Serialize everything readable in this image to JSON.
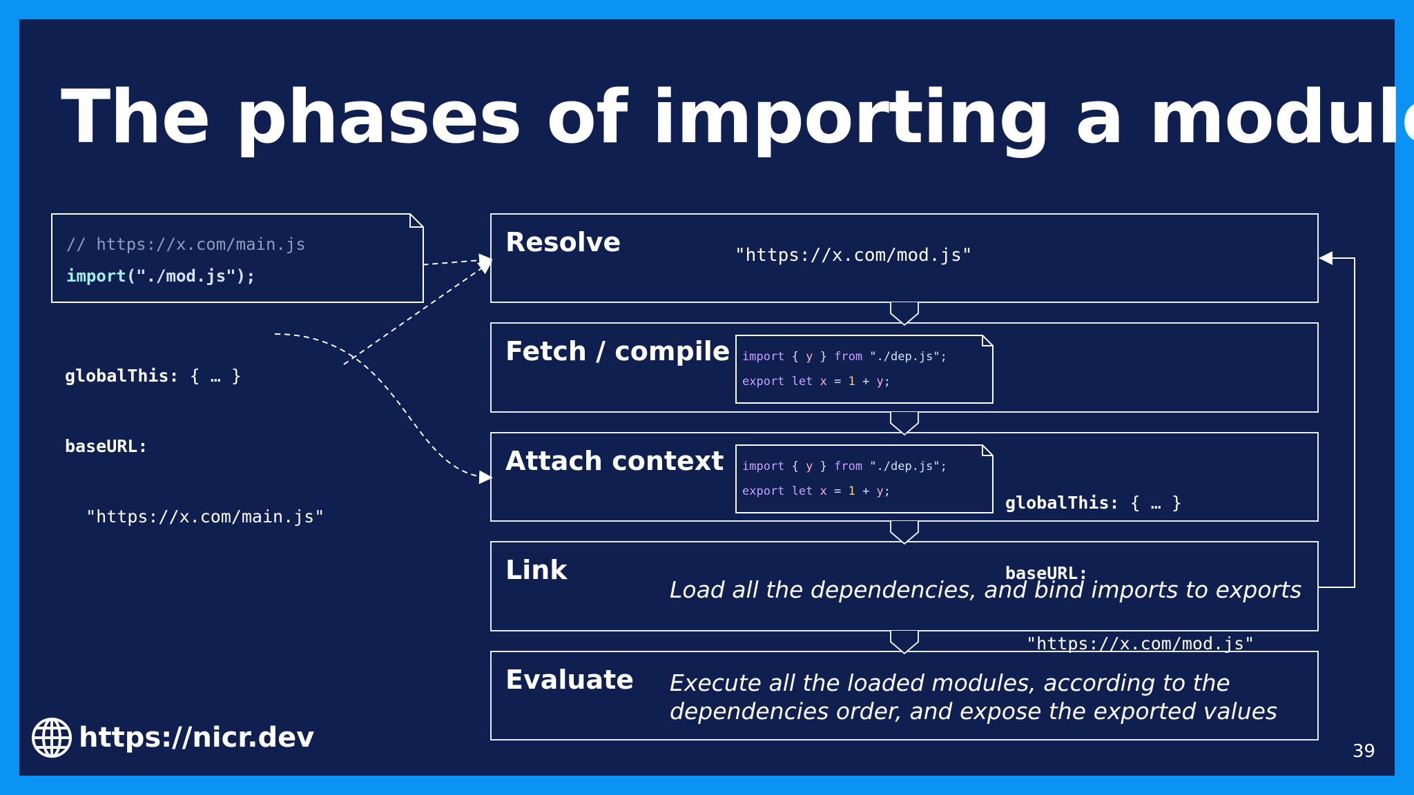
{
  "title": "The phases of importing a module",
  "main_file": {
    "comment": "// https://x.com/main.js",
    "import_fn": "import",
    "import_arg": "(\"./mod.js\");"
  },
  "main_context": {
    "global_key": "globalThis:",
    "global_val": "{ … }",
    "base_key": "baseURL:",
    "base_val": "\"https://x.com/main.js\""
  },
  "phases": [
    {
      "label": "Resolve",
      "detail": "\"https://x.com/mod.js\""
    },
    {
      "label": "Fetch / compile"
    },
    {
      "label": "Attach context"
    },
    {
      "label": "Link",
      "detail": "Load all the dependencies, and bind imports to exports"
    },
    {
      "label": "Evaluate",
      "detail_line1": "Execute all the loaded modules, according to the",
      "detail_line2": "dependencies order, and expose the exported values"
    }
  ],
  "module_code": {
    "l1_import": "import",
    "l1_open": " { ",
    "l1_y": "y",
    "l1_close": " } ",
    "l1_from": "from",
    "l1_src": " \"./dep.js\";",
    "l2_export": "export",
    "l2_let": " let ",
    "l2_x": "x",
    "l2_eq": " = ",
    "l2_one": "1",
    "l2_plus": " + ",
    "l2_y": "y",
    "l2_semi": ";"
  },
  "mod_context": {
    "global_key": "globalThis:",
    "global_val": "{ … }",
    "base_key": "baseURL:",
    "base_val": "\"https://x.com/mod.js\""
  },
  "footer": {
    "icon": "globe-icon",
    "url": "https://nicr.dev"
  },
  "page_number": "39"
}
